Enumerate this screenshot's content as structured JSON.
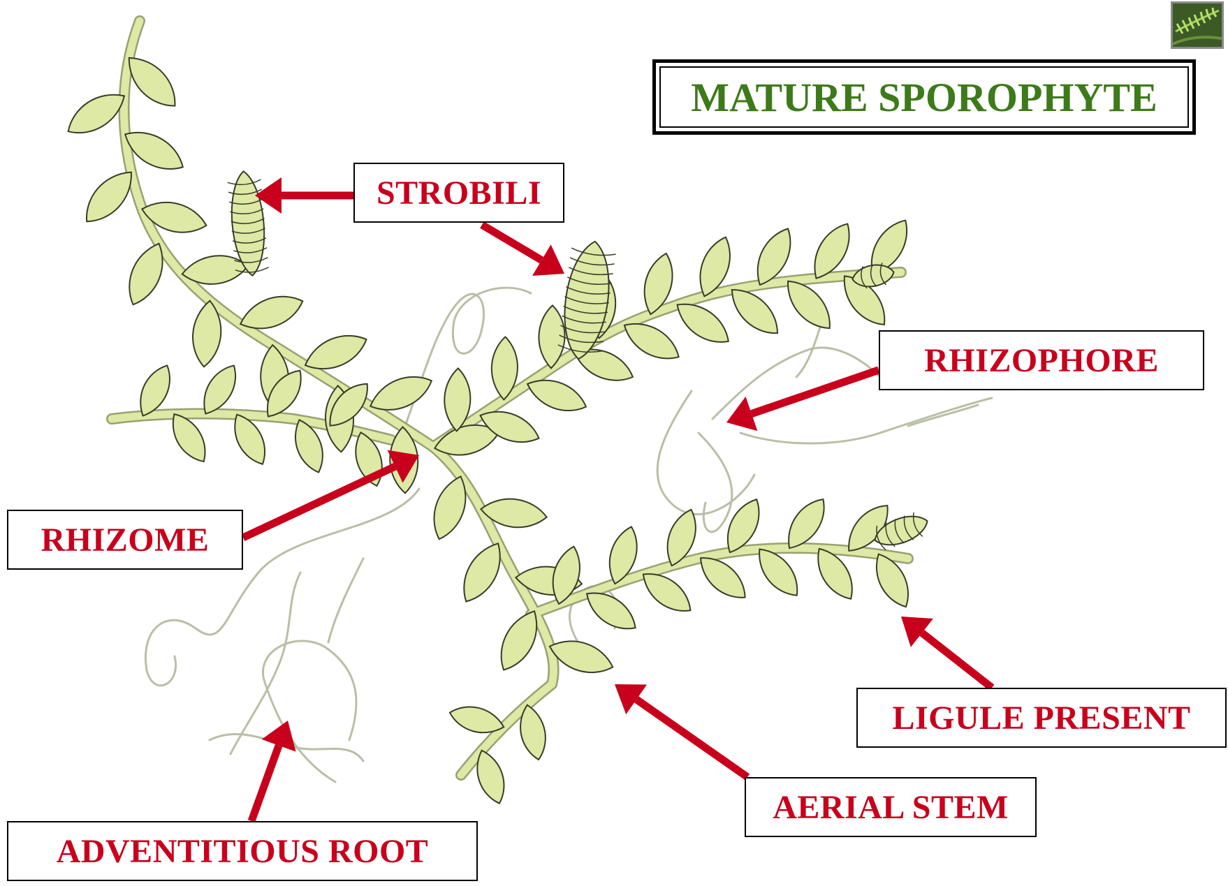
{
  "title": "MATURE SPOROPHYTE",
  "colors": {
    "label_text": "#c8001c",
    "arrow": "#c8001c",
    "title_text": "#3d7a1a",
    "leaf_fill": "#dde9a4",
    "leaf_stroke": "#3a3a2a",
    "root_stroke": "#b9bfa6"
  },
  "labels": {
    "strobili": "STROBILI",
    "rhizophore": "RHIZOPHORE",
    "rhizome": "RHIZOME",
    "ligule": "LIGULE PRESENT",
    "aerial_stem": "AERIAL STEM",
    "adventitious_root": "ADVENTITIOUS ROOT"
  },
  "icons": {
    "thumbnail": "fern-thumbnail-icon"
  }
}
